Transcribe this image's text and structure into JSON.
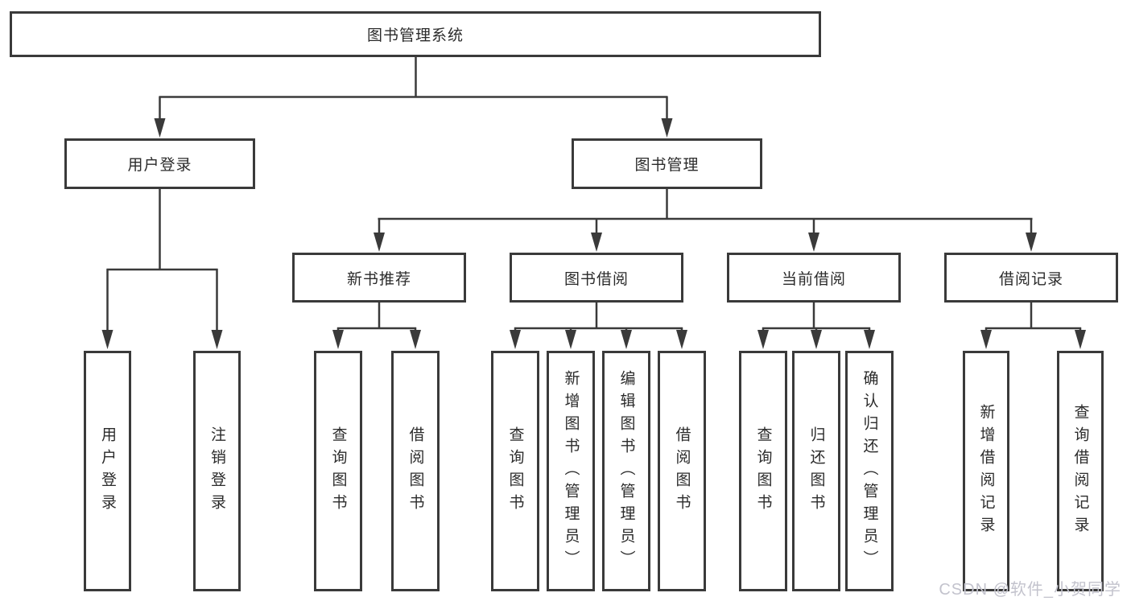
{
  "colors": {
    "line": "#3a3a3a",
    "box_border": "#3a3a3a",
    "text": "#2b2b2b",
    "background": "#ffffff",
    "watermark": "#c3c3cd"
  },
  "nodes": {
    "root": "图书管理系统",
    "level2": {
      "login": "用户登录",
      "management": "图书管理"
    },
    "level3": {
      "new_books": "新书推荐",
      "book_borrow": "图书借阅",
      "current_borrow": "当前借阅",
      "borrow_records": "借阅记录"
    },
    "leaves": {
      "login": [
        "用户登录",
        "注销登录"
      ],
      "new_books": [
        "查询图书",
        "借阅图书"
      ],
      "book_borrow": [
        "查询图书",
        "新增图书（管理员）",
        "编辑图书（管理员）",
        "借阅图书"
      ],
      "current_borrow": [
        "查询图书",
        "归还图书",
        "确认归还（管理员）"
      ],
      "borrow_records": [
        "新增借阅记录",
        "查询借阅记录"
      ]
    }
  },
  "watermark": "CSDN @软件_小贺同学"
}
